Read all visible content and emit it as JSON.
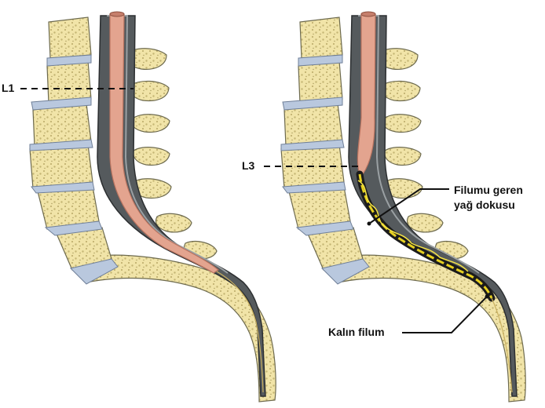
{
  "labels": {
    "l1": "L1",
    "l3": "L3",
    "fatty_tissue_line1": "Filumu geren",
    "fatty_tissue_line2": "yağ dokusu",
    "thick_filum": "Kalın filum"
  },
  "colors": {
    "bone_fill": "#f1e4a8",
    "bone_outline": "#6d6a4e",
    "disc": "#b9c8de",
    "dura": "#555a5d",
    "dura_light": "#9aa0a3",
    "spinal_cord": "#e3a48f",
    "fatty_tissue": "#e6d020",
    "annotation_line": "#111111"
  }
}
